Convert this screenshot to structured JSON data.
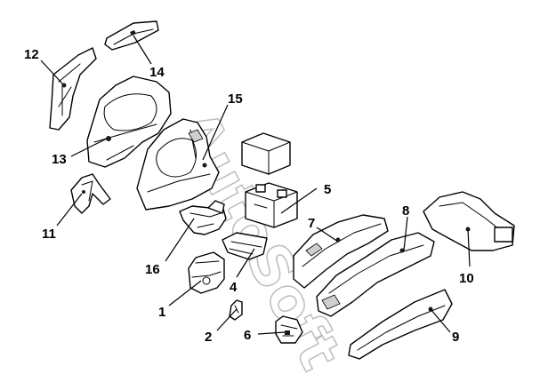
{
  "watermark": "AutoSoft",
  "callouts": {
    "c1": "1",
    "c2": "2",
    "c4": "4",
    "c5": "5",
    "c6": "6",
    "c7": "7",
    "c8": "8",
    "c9": "9",
    "c10": "10",
    "c11": "11",
    "c12": "12",
    "c13": "13",
    "c14": "14",
    "c15": "15",
    "c16": "16"
  }
}
